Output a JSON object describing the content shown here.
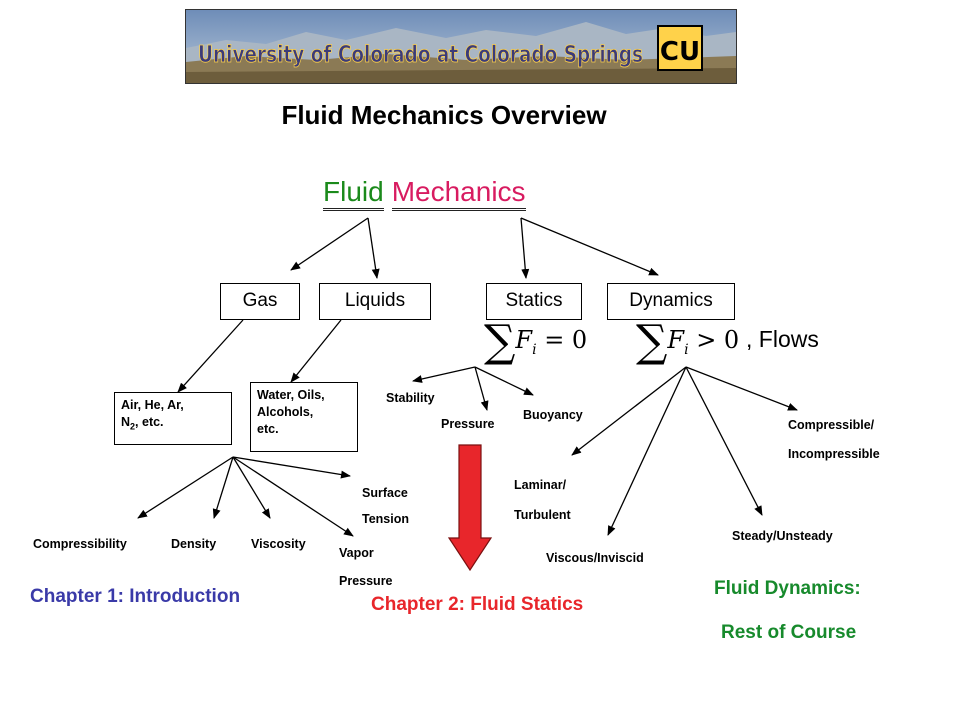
{
  "banner": {
    "text": "University of Colorado at Colorado Springs",
    "logo": "CU"
  },
  "title": "Fluid Mechanics Overview",
  "heading": {
    "word1": "Fluid",
    "word2": "Mechanics"
  },
  "boxes": {
    "gas": "Gas",
    "liquids": "Liquids",
    "statics": "Statics",
    "dynamics": "Dynamics"
  },
  "gas_examples": {
    "line1": "Air, He, Ar,",
    "line2a": "N",
    "line2sub": "2",
    "line2b": ", etc."
  },
  "liquid_examples": [
    "Water, Oils,",
    "Alcohols,",
    "etc."
  ],
  "equations": {
    "statics": {
      "sigma": "∑",
      "body": "F",
      "sub": "i",
      "rel": " = 0"
    },
    "dynamics": {
      "sigma": "∑",
      "body": "F",
      "sub": "i",
      "rel": " > 0"
    },
    "flows": ", Flows"
  },
  "properties": [
    "Compressibility",
    "Density",
    "Viscosity"
  ],
  "surface_tension": [
    "Surface",
    "Tension"
  ],
  "vapor_pressure": [
    "Vapor",
    "Pressure"
  ],
  "statics_topics": {
    "stability": "Stability",
    "pressure": "Pressure",
    "buoyancy": "Buoyancy"
  },
  "dynamics_topics": {
    "laminar": [
      "Laminar/",
      "Turbulent"
    ],
    "viscous": "Viscous/Inviscid",
    "steady": "Steady/Unsteady",
    "compressible": [
      "Compressible/",
      "Incompressible"
    ]
  },
  "chapters": {
    "ch1": "Chapter 1: Introduction",
    "ch2": "Chapter 2: Fluid Statics",
    "ch3_line1": "Fluid Dynamics:",
    "ch3_line2": "Rest of Course"
  },
  "colors": {
    "fluid": "#1b8a1b",
    "mechanics": "#d81b60",
    "ch1": "#3a3aa8",
    "ch2": "#e8262b",
    "ch3": "#178a2c",
    "arrow_red": "#e8262b"
  }
}
